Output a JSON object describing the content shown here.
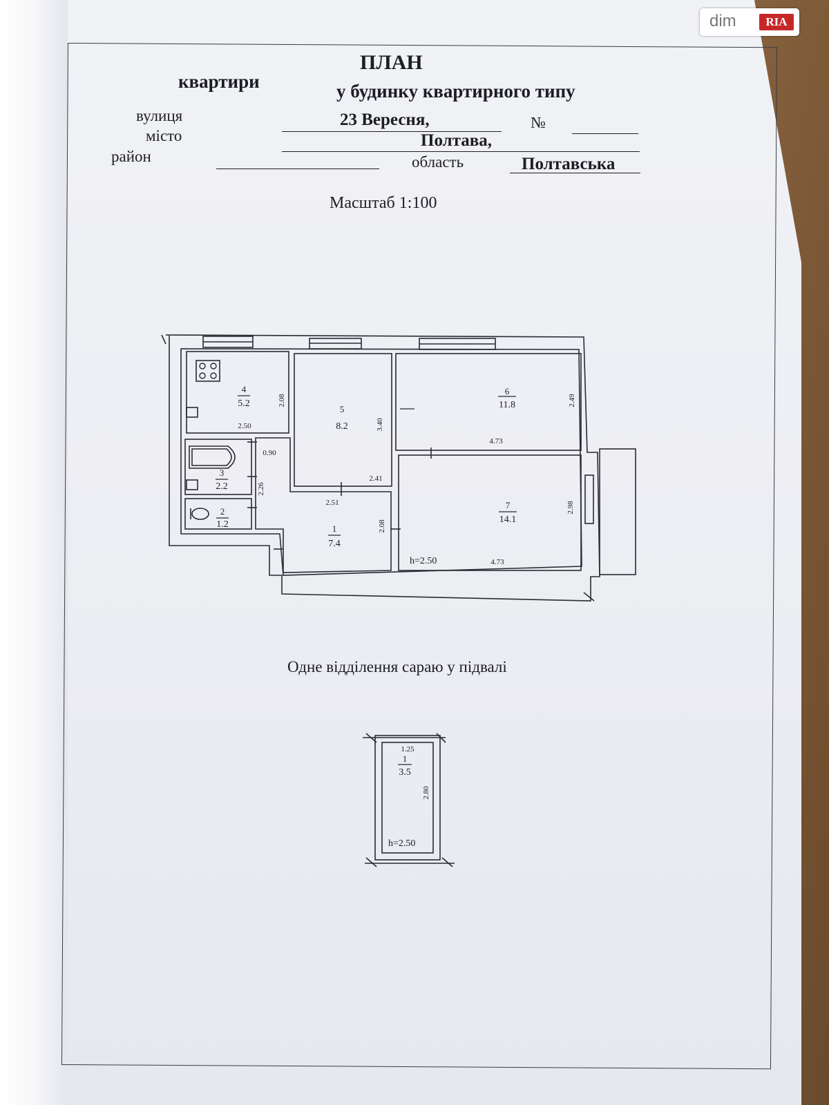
{
  "header": {
    "title": "ПЛАН",
    "subtitle_left": "квартири",
    "subtitle_right": "у будинку квартирного типу",
    "street_label": "вулиця",
    "street_value": "23 Вересня,",
    "number_label": "№",
    "city_label": "місто",
    "city_value": "Полтава,",
    "district_label": "район",
    "region_label": "область",
    "region_value": "Полтавська",
    "scale": "Масштаб 1:100"
  },
  "plan": {
    "rooms": [
      {
        "number": "4",
        "area": "5.2",
        "dim_h": "2.08",
        "dim_w": "2.50",
        "has_stove": true
      },
      {
        "number": "5",
        "area": "8.2",
        "dim_h": "3.40",
        "dim_w": "2.41"
      },
      {
        "number": "6",
        "area": "11.8",
        "dim_h": "2.49",
        "dim_w": "4.73"
      },
      {
        "number": "3",
        "area": "2.2",
        "dim_h": "2.26",
        "dim_w": "0.90"
      },
      {
        "number": "2",
        "area": "1.2"
      },
      {
        "number": "1",
        "area": "7.4",
        "dim_h": "2.08",
        "dim_w": "2.51"
      },
      {
        "number": "7",
        "area": "14.1",
        "dim_h": "2.98",
        "dim_w": "4.73"
      }
    ],
    "ceiling_height": "h=2.50"
  },
  "storage": {
    "caption": "Одне відділення сараю у підвалі",
    "number": "1",
    "area": "3.5",
    "dim_w": "1.25",
    "dim_h": "2.80",
    "ceiling_height": "h=2.50"
  },
  "watermark": {
    "brand_left": "dim",
    "brand_right": "RIA"
  }
}
